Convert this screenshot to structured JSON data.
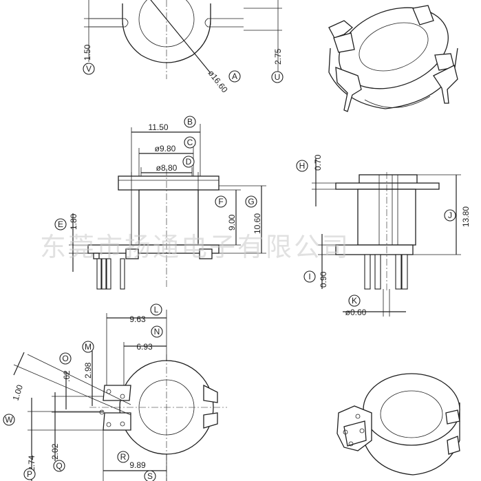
{
  "colors": {
    "ink": "#1e1e1e",
    "watermark": "#c9c9c9",
    "background": "#ffffff"
  },
  "watermark": "东莞市扬通电子有限公司",
  "top_view": {
    "dims": {
      "d1": "1.50",
      "d2": "2.75",
      "d3": "ø16.60"
    },
    "labels": {
      "v": "V",
      "u": "U",
      "a": "A"
    }
  },
  "side_view": {
    "dims": {
      "b": "11.50",
      "c": "ø9.80",
      "d": "ø8.80",
      "f": "9.00",
      "g": "10.60",
      "e": "1.80"
    },
    "labels": {
      "b": "B",
      "c": "C",
      "d": "D",
      "e": "E",
      "f": "F",
      "g": "G"
    }
  },
  "end_view": {
    "dims": {
      "h": "0.70",
      "i": "0.90",
      "j": "13.80",
      "k": "ø0.60"
    },
    "labels": {
      "h": "H",
      "i": "I",
      "j": "J",
      "k": "K"
    }
  },
  "bottom_view": {
    "dims": {
      "l": "9.63",
      "n": "6.93",
      "m": "2.98",
      "o": ".62",
      "w": "1.00",
      "p": "2.74",
      "q": "2.02",
      "r": "9.89"
    },
    "labels": {
      "l": "L",
      "m": "M",
      "n": "N",
      "o": "O",
      "w": "W",
      "p": "P",
      "q": "Q",
      "r": "R",
      "s": "S"
    }
  }
}
